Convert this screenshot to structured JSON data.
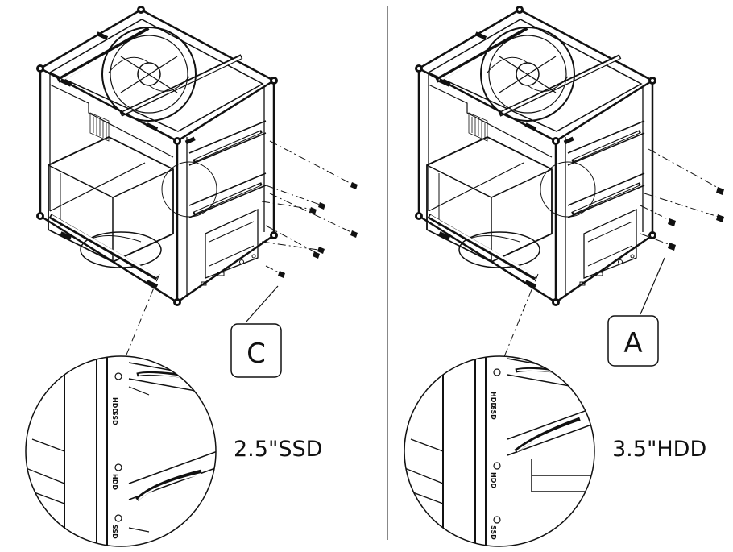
{
  "panels": [
    {
      "id": "left",
      "callout_letter": "C",
      "drive_label": "2.5\"SSD",
      "detail_marks": [
        "HDD",
        "SSD",
        "HDD",
        "SSD"
      ]
    },
    {
      "id": "right",
      "callout_letter": "A",
      "drive_label": "3.5\"HDD",
      "detail_marks": [
        "HDD",
        "SSD",
        "HDD",
        "SSD"
      ]
    }
  ],
  "colors": {
    "line": "#111111",
    "background": "#ffffff"
  }
}
